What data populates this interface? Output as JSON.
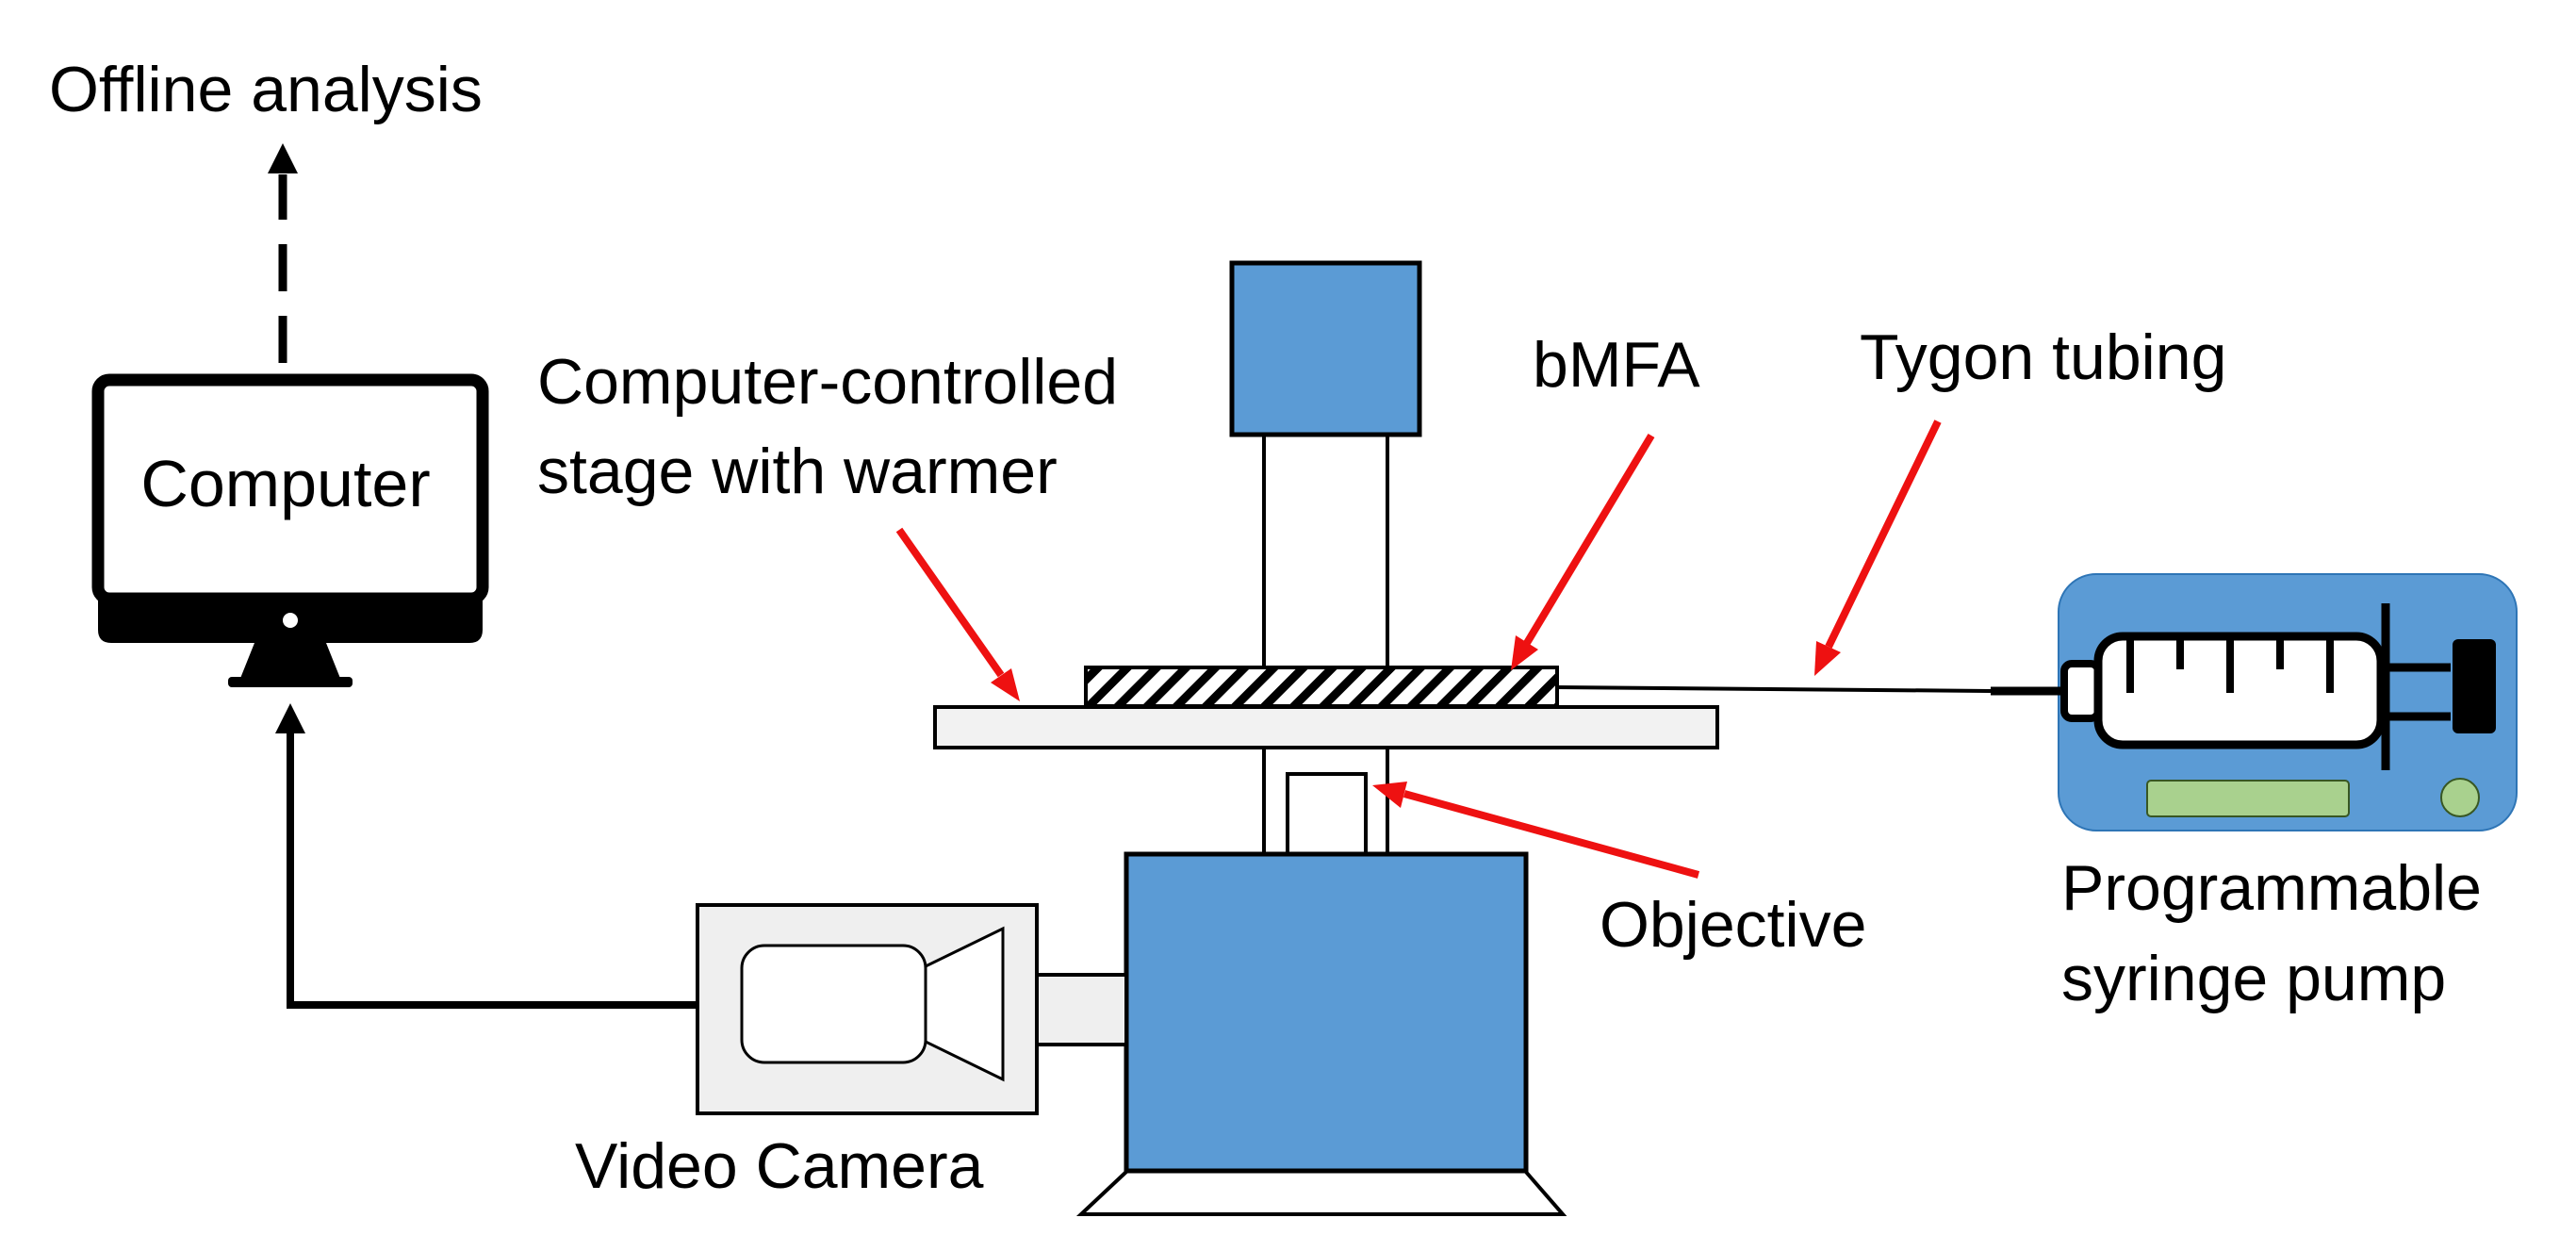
{
  "labels": {
    "offline_analysis": "Offline analysis",
    "computer": "Computer",
    "stage_line1": "Computer-controlled",
    "stage_line2": "stage with warmer",
    "bmfa": "bMFA",
    "tygon": "Tygon tubing",
    "objective": "Objective",
    "pump_line1": "Programmable",
    "pump_line2": "syringe pump",
    "video_camera": "Video Camera"
  },
  "colors": {
    "microscope_blue": "#5b9bd5",
    "pump_blue": "#5b9bd5",
    "pointer_red": "#ee1111",
    "stage_fill": "#f2f2f2",
    "camera_fill": "#efefef",
    "pump_display": "#a9d18e",
    "pump_knob": "#a9d18e",
    "outline": "#000000"
  },
  "icons": {
    "computer": "monitor-icon",
    "camera": "video-camera-icon",
    "pump": "syringe-icon"
  }
}
